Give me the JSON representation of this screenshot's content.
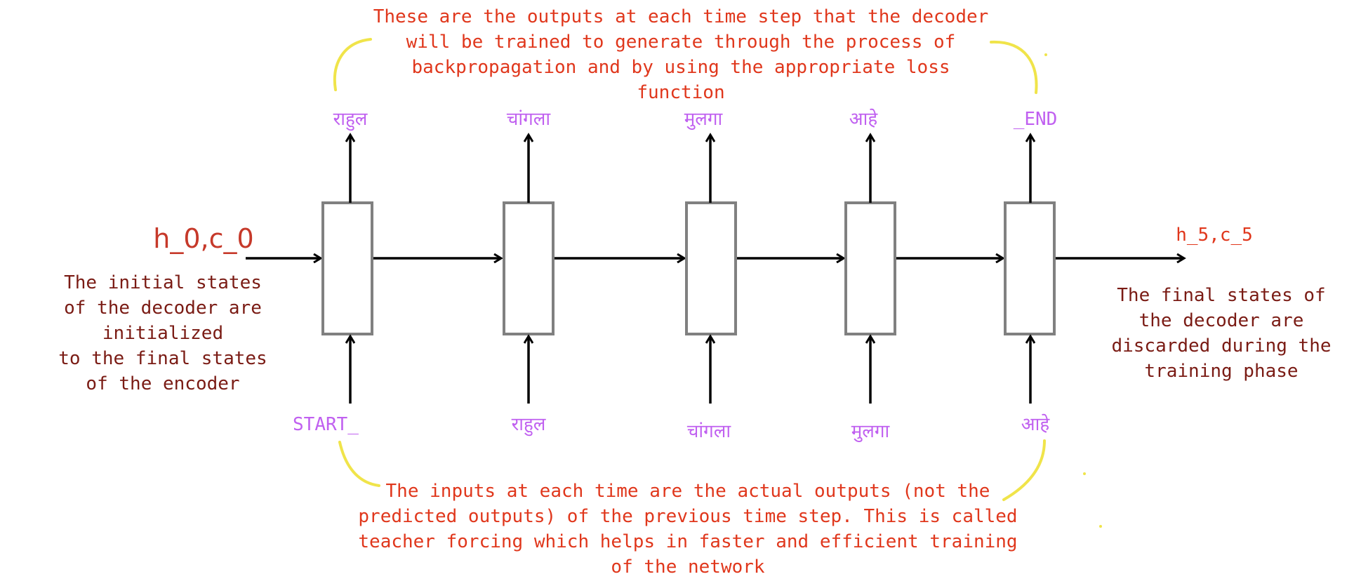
{
  "notes": {
    "top": "These are the outputs at each time step that the decoder\nwill be trained to generate through the process of\nbackpropagation and by using the appropriate loss\nfunction",
    "bottom": "The inputs at each time are the actual outputs (not the\npredicted outputs) of the previous time step. This is called\nteacher forcing which helps in faster and efficient training\nof the network",
    "left": "The initial states\nof the decoder are\ninitialized\nto the final states\nof the encoder",
    "right": "The final states of\nthe decoder are\ndiscarded during the\ntraining phase"
  },
  "states": {
    "initial": "h_0,c_0",
    "final": "h_5,c_5"
  },
  "outputs": [
    "राहुल",
    "चांगला",
    "मुलगा",
    "आहे",
    "_END"
  ],
  "inputs": [
    "START_",
    "राहुल",
    "चांगला",
    "मुलगा",
    "आहे"
  ],
  "colors": {
    "annotation": "#e0371c",
    "explanation": "#7a1b14",
    "token": "#c060f0",
    "cell_border": "#808080",
    "arrow": "#000000",
    "bracket": "#f0e44a"
  }
}
